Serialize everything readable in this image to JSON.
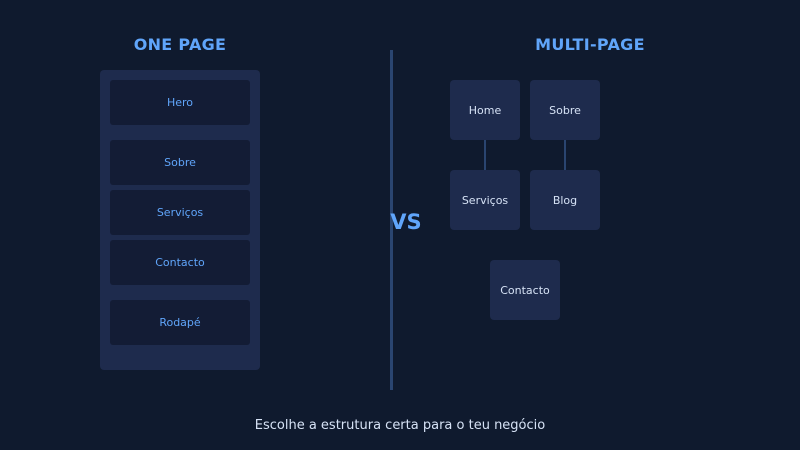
{
  "one_page": {
    "heading": "ONE PAGE",
    "sections": [
      "Hero",
      "Sobre",
      "Serviços",
      "Contacto",
      "Rodapé"
    ]
  },
  "comparison": {
    "vs": "VS"
  },
  "multi_page": {
    "heading": "MULTI-PAGE",
    "pages": [
      "Home",
      "Sobre",
      "Serviços",
      "Blog",
      "Contacto"
    ]
  },
  "tagline": "Escolhe a estrutura certa para o teu negócio",
  "colors": {
    "background": "#0f1a2e",
    "panel": "#1e2b4d",
    "section_box": "#131c35",
    "accent": "#60a5fa",
    "divider": "#2a4570",
    "text_light": "#d6e2f5"
  }
}
